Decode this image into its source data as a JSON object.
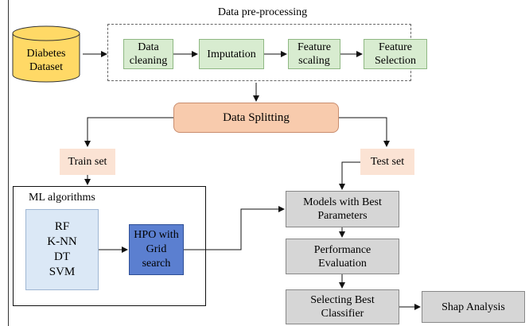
{
  "preprocessing": {
    "title": "Data pre-processing",
    "steps": [
      "Data\ncleaning",
      "Imputation",
      "Feature\nscaling",
      "Feature\nSelection"
    ]
  },
  "dataset": {
    "label": "Diabetes\nDataset"
  },
  "splitting": {
    "label": "Data Splitting"
  },
  "train": {
    "label": "Train set"
  },
  "test": {
    "label": "Test set"
  },
  "ml": {
    "title": "ML algorithms",
    "algorithms": "RF\nK-NN\nDT\nSVM",
    "hpo": "HPO with\nGrid\nsearch"
  },
  "pipeline": {
    "best_params": "Models with Best\nParameters",
    "evaluation": "Performance\nEvaluation",
    "selecting": "Selecting Best\nClassifier",
    "shap": "Shap Analysis"
  },
  "colors": {
    "green": "#d8ecd0",
    "gray": "#d6d6d6",
    "peach": "#fbe3d4",
    "splitting": "#f8cbad",
    "light_blue": "#dbe8f6",
    "blue": "#5b7fd0",
    "cylinder": "#ffd966"
  }
}
